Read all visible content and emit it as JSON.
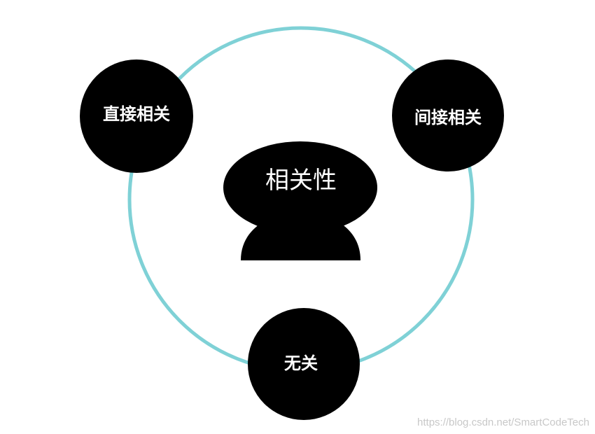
{
  "diagram": {
    "center_label": "相关性",
    "nodes": [
      {
        "label": "直接相关"
      },
      {
        "label": "间接相关"
      },
      {
        "label": "无关"
      }
    ]
  },
  "watermark": "https://blog.csdn.net/SmartCodeTech",
  "colors": {
    "ring": "#7fd1d6",
    "node_fill": "#000000",
    "text": "#ffffff"
  }
}
